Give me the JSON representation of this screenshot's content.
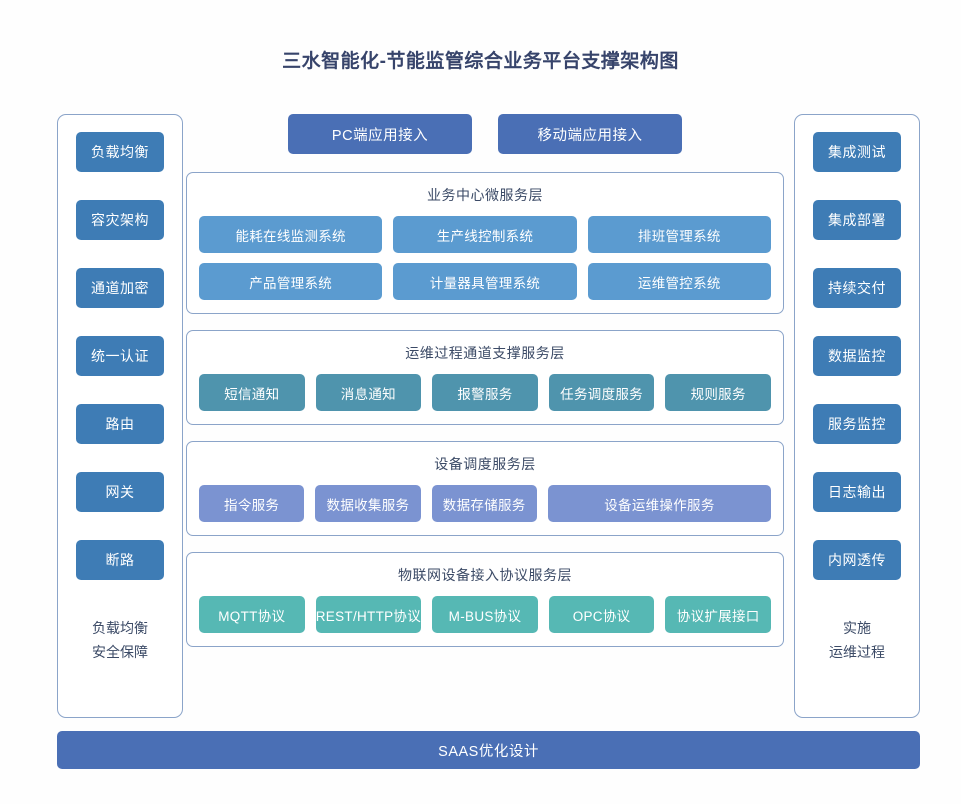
{
  "title": "三水智能化-节能监管综合业务平台支撑架构图",
  "colors": {
    "sidebar_button": "#3e7cb5",
    "access_button": "#4a6fb5",
    "business_layer": "#5b9bd0",
    "ops_layer": "#4f94ad",
    "device_layer": "#7b93d1",
    "iot_layer": "#56b8b4",
    "panel_border": "#8ba4c9",
    "text_dark": "#3b4a66"
  },
  "left_panel": {
    "items": [
      {
        "label": "负载均衡"
      },
      {
        "label": "容灾架构"
      },
      {
        "label": "通道加密"
      },
      {
        "label": "统一认证"
      },
      {
        "label": "路由"
      },
      {
        "label": "网关"
      },
      {
        "label": "断路"
      }
    ],
    "footer_line1": "负载均衡",
    "footer_line2": "安全保障"
  },
  "right_panel": {
    "items": [
      {
        "label": "集成测试"
      },
      {
        "label": "集成部署"
      },
      {
        "label": "持续交付"
      },
      {
        "label": "数据监控"
      },
      {
        "label": "服务监控"
      },
      {
        "label": "日志输出"
      },
      {
        "label": "内网透传"
      }
    ],
    "footer_line1": "实施",
    "footer_line2": "运维过程"
  },
  "access_row": {
    "buttons": [
      {
        "label": "PC端应用接入"
      },
      {
        "label": "移动端应用接入"
      }
    ]
  },
  "layers": [
    {
      "title": "业务中心微服务层",
      "rows": [
        [
          {
            "label": "能耗在线监测系统"
          },
          {
            "label": "生产线控制系统"
          },
          {
            "label": "排班管理系统"
          }
        ],
        [
          {
            "label": "产品管理系统"
          },
          {
            "label": "计量器具管理系统"
          },
          {
            "label": "运维管控系统"
          }
        ]
      ]
    },
    {
      "title": "运维过程通道支撑服务层",
      "rows": [
        [
          {
            "label": "短信通知"
          },
          {
            "label": "消息通知"
          },
          {
            "label": "报警服务"
          },
          {
            "label": "任务调度服务"
          },
          {
            "label": "规则服务"
          }
        ]
      ]
    },
    {
      "title": "设备调度服务层",
      "rows": [
        [
          {
            "label": "指令服务"
          },
          {
            "label": "数据收集服务"
          },
          {
            "label": "数据存储服务"
          },
          {
            "label": "设备运维操作服务",
            "wide": true
          }
        ]
      ]
    },
    {
      "title": "物联网设备接入协议服务层",
      "rows": [
        [
          {
            "label": "MQTT协议"
          },
          {
            "label": "REST/HTTP协议"
          },
          {
            "label": "M-BUS协议"
          },
          {
            "label": "OPC协议"
          },
          {
            "label": "协议扩展接口"
          }
        ]
      ]
    }
  ],
  "footer_bar": {
    "label": "SAAS优化设计"
  }
}
